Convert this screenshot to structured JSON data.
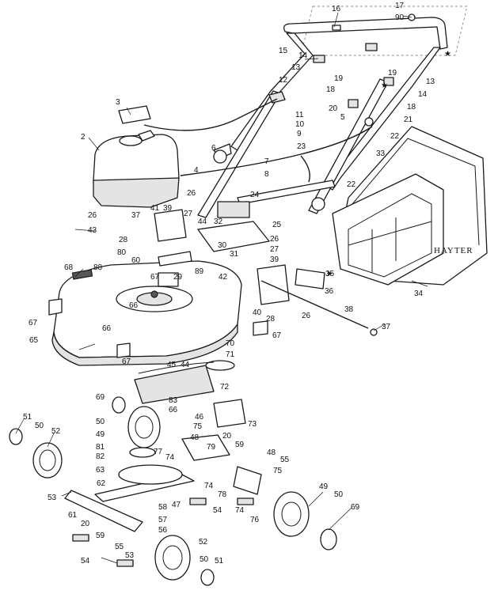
{
  "diagram": {
    "brand": "HAYTER",
    "callouts": [
      {
        "id": "c1",
        "text": "16"
      },
      {
        "id": "c2",
        "text": "17"
      },
      {
        "id": "c3",
        "text": "90"
      },
      {
        "id": "c4",
        "text": "15"
      },
      {
        "id": "c5",
        "text": "14"
      },
      {
        "id": "c6",
        "text": "13"
      },
      {
        "id": "c7",
        "text": "19"
      },
      {
        "id": "c8",
        "text": "18"
      },
      {
        "id": "c9",
        "text": "19"
      },
      {
        "id": "c10",
        "text": "13"
      },
      {
        "id": "c11",
        "text": "14"
      },
      {
        "id": "c12",
        "text": "12"
      },
      {
        "id": "c13",
        "text": "18"
      },
      {
        "id": "c14",
        "text": "3"
      },
      {
        "id": "c15",
        "text": "20"
      },
      {
        "id": "c16",
        "text": "5"
      },
      {
        "id": "c17",
        "text": "21"
      },
      {
        "id": "c18",
        "text": "11"
      },
      {
        "id": "c19",
        "text": "10"
      },
      {
        "id": "c20",
        "text": "9"
      },
      {
        "id": "c21",
        "text": "22"
      },
      {
        "id": "c22",
        "text": "2"
      },
      {
        "id": "c23",
        "text": "23"
      },
      {
        "id": "c24",
        "text": "6"
      },
      {
        "id": "c25",
        "text": "33"
      },
      {
        "id": "c26",
        "text": "7"
      },
      {
        "id": "c27",
        "text": "4"
      },
      {
        "id": "c28",
        "text": "8"
      },
      {
        "id": "c29",
        "text": "22"
      },
      {
        "id": "c30",
        "text": "26"
      },
      {
        "id": "c31",
        "text": "24"
      },
      {
        "id": "c32",
        "text": "41"
      },
      {
        "id": "c33",
        "text": "39"
      },
      {
        "id": "c34",
        "text": "27"
      },
      {
        "id": "c35",
        "text": "44"
      },
      {
        "id": "c36",
        "text": "32"
      },
      {
        "id": "c37",
        "text": "26"
      },
      {
        "id": "c38",
        "text": "37"
      },
      {
        "id": "c39",
        "text": "25"
      },
      {
        "id": "c40",
        "text": "43"
      },
      {
        "id": "c41",
        "text": "28"
      },
      {
        "id": "c42",
        "text": "26"
      },
      {
        "id": "c43",
        "text": "27"
      },
      {
        "id": "c44",
        "text": "80"
      },
      {
        "id": "c45",
        "text": "60"
      },
      {
        "id": "c46",
        "text": "30"
      },
      {
        "id": "c47",
        "text": "31"
      },
      {
        "id": "c48",
        "text": "39"
      },
      {
        "id": "c49",
        "text": "35"
      },
      {
        "id": "c50",
        "text": "68"
      },
      {
        "id": "c51",
        "text": "88"
      },
      {
        "id": "c52",
        "text": "89"
      },
      {
        "id": "c53",
        "text": "67"
      },
      {
        "id": "c54",
        "text": "29"
      },
      {
        "id": "c55",
        "text": "42"
      },
      {
        "id": "c56",
        "text": "36"
      },
      {
        "id": "c57",
        "text": "34"
      },
      {
        "id": "c58",
        "text": "66"
      },
      {
        "id": "c59",
        "text": "38"
      },
      {
        "id": "c60",
        "text": "67"
      },
      {
        "id": "c61",
        "text": "66"
      },
      {
        "id": "c62",
        "text": "40"
      },
      {
        "id": "c63",
        "text": "28"
      },
      {
        "id": "c64",
        "text": "26"
      },
      {
        "id": "c65",
        "text": "37"
      },
      {
        "id": "c66",
        "text": "67"
      },
      {
        "id": "c67",
        "text": "65"
      },
      {
        "id": "c68",
        "text": "70"
      },
      {
        "id": "c69",
        "text": "71"
      },
      {
        "id": "c70",
        "text": "67"
      },
      {
        "id": "c71",
        "text": "45"
      },
      {
        "id": "c72",
        "text": "44"
      },
      {
        "id": "c73",
        "text": "72"
      },
      {
        "id": "c74",
        "text": "69"
      },
      {
        "id": "c75",
        "text": "83"
      },
      {
        "id": "c76",
        "text": "66"
      },
      {
        "id": "c77",
        "text": "46"
      },
      {
        "id": "c78",
        "text": "73"
      },
      {
        "id": "c79",
        "text": "51"
      },
      {
        "id": "c80",
        "text": "50"
      },
      {
        "id": "c81",
        "text": "52"
      },
      {
        "id": "c82",
        "text": "50"
      },
      {
        "id": "c83",
        "text": "49"
      },
      {
        "id": "c84",
        "text": "75"
      },
      {
        "id": "c85",
        "text": "48"
      },
      {
        "id": "c86",
        "text": "20"
      },
      {
        "id": "c87",
        "text": "81"
      },
      {
        "id": "c88",
        "text": "77"
      },
      {
        "id": "c89",
        "text": "79"
      },
      {
        "id": "c90",
        "text": "59"
      },
      {
        "id": "c91",
        "text": "48"
      },
      {
        "id": "c92",
        "text": "82"
      },
      {
        "id": "c93",
        "text": "74"
      },
      {
        "id": "c94",
        "text": "55"
      },
      {
        "id": "c95",
        "text": "53"
      },
      {
        "id": "c96",
        "text": "63"
      },
      {
        "id": "c97",
        "text": "75"
      },
      {
        "id": "c98",
        "text": "49"
      },
      {
        "id": "c99",
        "text": "62"
      },
      {
        "id": "c100",
        "text": "74"
      },
      {
        "id": "c101",
        "text": "78"
      },
      {
        "id": "c102",
        "text": "50"
      },
      {
        "id": "c103",
        "text": "69"
      },
      {
        "id": "c104",
        "text": "58"
      },
      {
        "id": "c105",
        "text": "47"
      },
      {
        "id": "c106",
        "text": "54"
      },
      {
        "id": "c107",
        "text": "74"
      },
      {
        "id": "c108",
        "text": "61"
      },
      {
        "id": "c109",
        "text": "57"
      },
      {
        "id": "c110",
        "text": "76"
      },
      {
        "id": "c111",
        "text": "20"
      },
      {
        "id": "c112",
        "text": "56"
      },
      {
        "id": "c113",
        "text": "59"
      },
      {
        "id": "c114",
        "text": "52"
      },
      {
        "id": "c115",
        "text": "55"
      },
      {
        "id": "c116",
        "text": "53"
      },
      {
        "id": "c117",
        "text": "54"
      },
      {
        "id": "c118",
        "text": "50"
      },
      {
        "id": "c119",
        "text": "51"
      }
    ]
  }
}
